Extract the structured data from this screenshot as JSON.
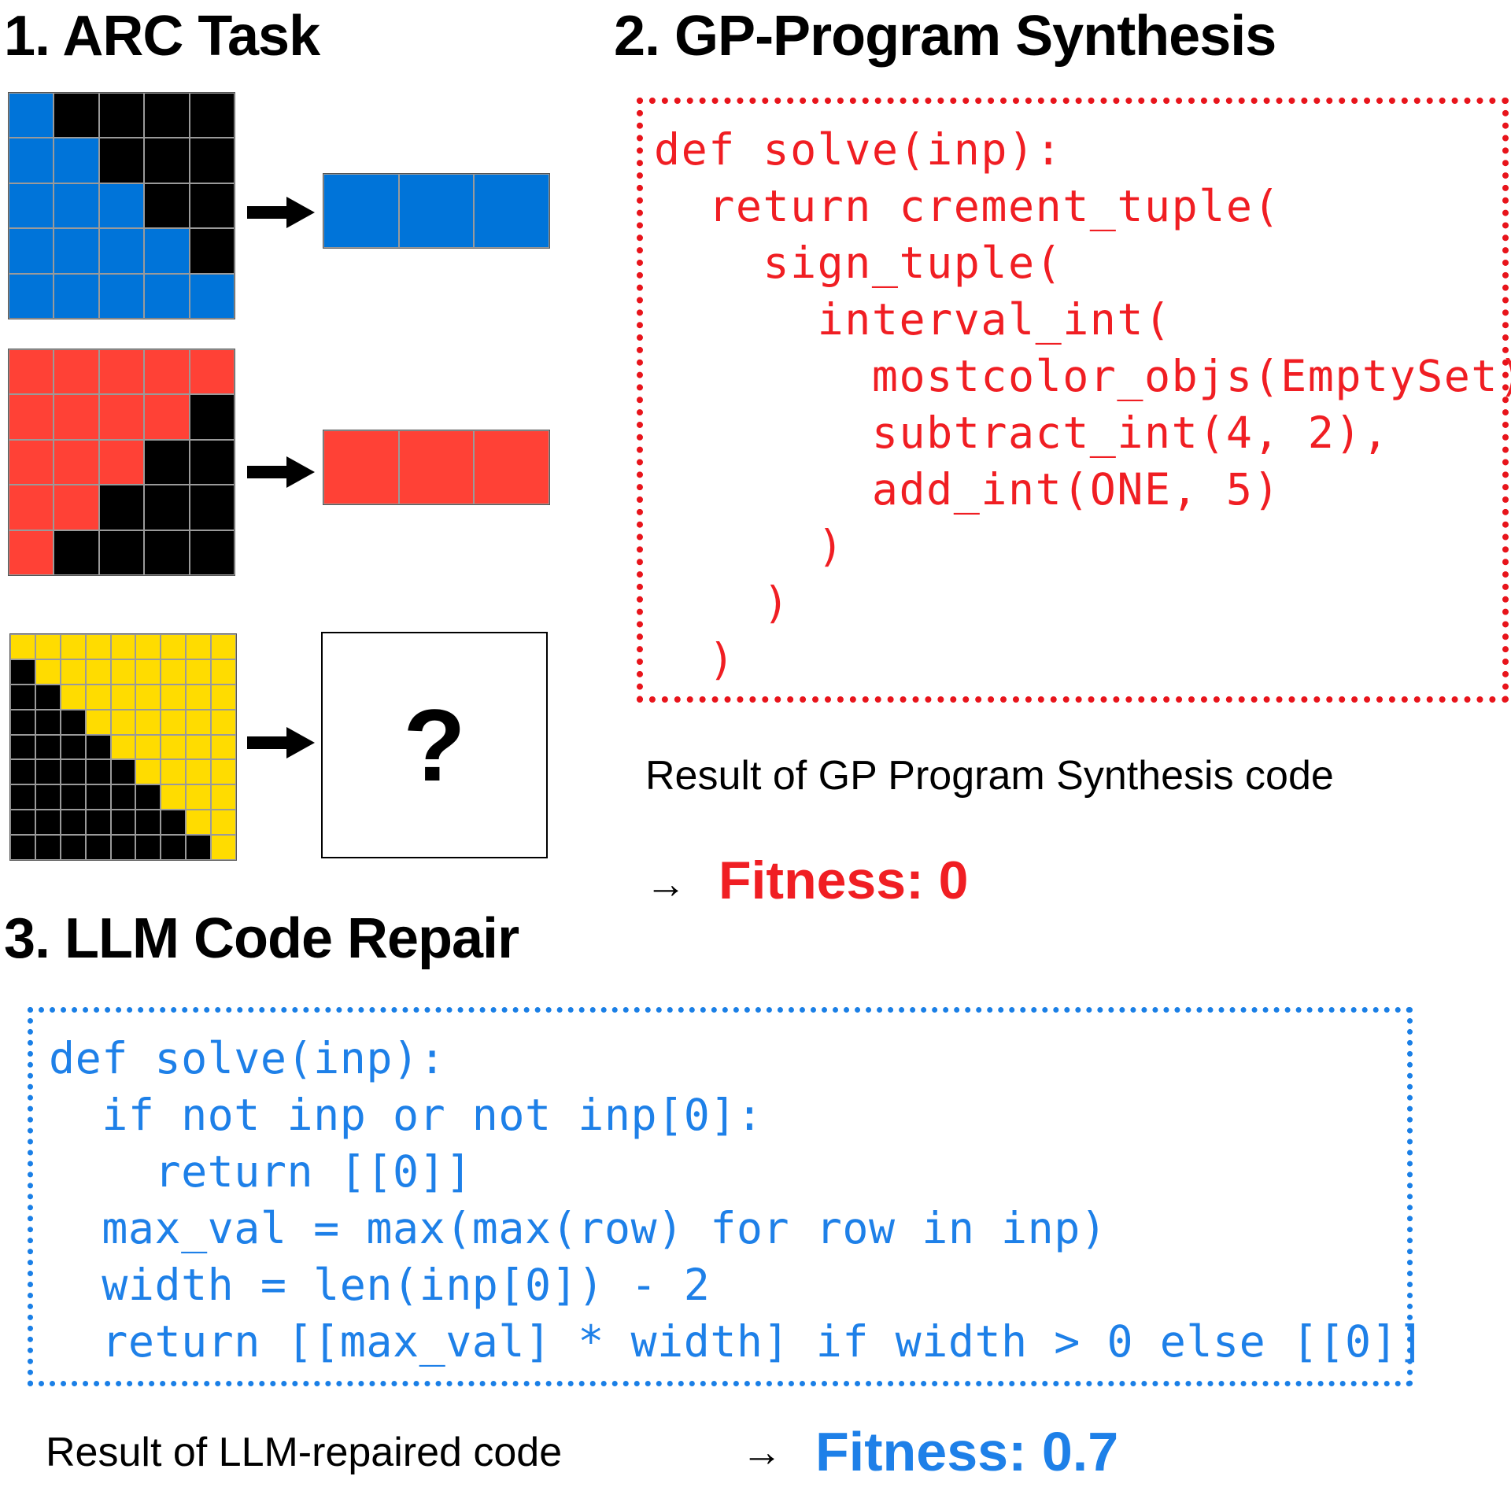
{
  "sections": {
    "arc_task_title": "1. ARC Task",
    "gp_title": "2. GP-Program Synthesis",
    "llm_title": "3. LLM Code Repair"
  },
  "colors": {
    "blue_cell": "#0074d9",
    "red_cell": "#ff4136",
    "yellow_cell": "#ffdc00",
    "black_cell": "#000000",
    "gp_accent": "#f01e23",
    "llm_accent": "#1e80e8"
  },
  "arc_examples": [
    {
      "input": [
        [
          1,
          0,
          0,
          0,
          0
        ],
        [
          1,
          1,
          0,
          0,
          0
        ],
        [
          1,
          1,
          1,
          0,
          0
        ],
        [
          1,
          1,
          1,
          1,
          0
        ],
        [
          1,
          1,
          1,
          1,
          1
        ]
      ],
      "output": [
        [
          1,
          1,
          1
        ]
      ],
      "fill_color": "#0074d9"
    },
    {
      "input": [
        [
          2,
          2,
          2,
          2,
          2
        ],
        [
          2,
          2,
          2,
          2,
          0
        ],
        [
          2,
          2,
          2,
          0,
          0
        ],
        [
          2,
          2,
          0,
          0,
          0
        ],
        [
          2,
          0,
          0,
          0,
          0
        ]
      ],
      "output": [
        [
          2,
          2,
          2
        ]
      ],
      "fill_color": "#ff4136"
    },
    {
      "input": [
        [
          4,
          4,
          4,
          4,
          4,
          4,
          4,
          4,
          4
        ],
        [
          0,
          4,
          4,
          4,
          4,
          4,
          4,
          4,
          4
        ],
        [
          0,
          0,
          4,
          4,
          4,
          4,
          4,
          4,
          4
        ],
        [
          0,
          0,
          0,
          4,
          4,
          4,
          4,
          4,
          4
        ],
        [
          0,
          0,
          0,
          0,
          4,
          4,
          4,
          4,
          4
        ],
        [
          0,
          0,
          0,
          0,
          0,
          4,
          4,
          4,
          4
        ],
        [
          0,
          0,
          0,
          0,
          0,
          0,
          4,
          4,
          4
        ],
        [
          0,
          0,
          0,
          0,
          0,
          0,
          0,
          4,
          4
        ],
        [
          0,
          0,
          0,
          0,
          0,
          0,
          0,
          0,
          4
        ]
      ],
      "output_unknown": "?",
      "fill_color": "#ffdc00"
    }
  ],
  "gp": {
    "code": "def solve(inp):\n  return crement_tuple(\n    sign_tuple(\n      interval_int(\n        mostcolor_objs(EmptySet),\n        subtract_int(4, 2),\n        add_int(ONE, 5)\n      )\n    )\n  )",
    "result_label": "Result of GP Program Synthesis code",
    "arrow": "→",
    "fitness": "Fitness: 0"
  },
  "llm": {
    "code": "def solve(inp):\n  if not inp or not inp[0]:\n    return [[0]]\n  max_val = max(max(row) for row in inp)\n  width = len(inp[0]) - 2\n  return [[max_val] * width] if width > 0 else [[0]]",
    "result_label": "Result of LLM-repaired code",
    "arrow": "→",
    "fitness": "Fitness: 0.7"
  }
}
